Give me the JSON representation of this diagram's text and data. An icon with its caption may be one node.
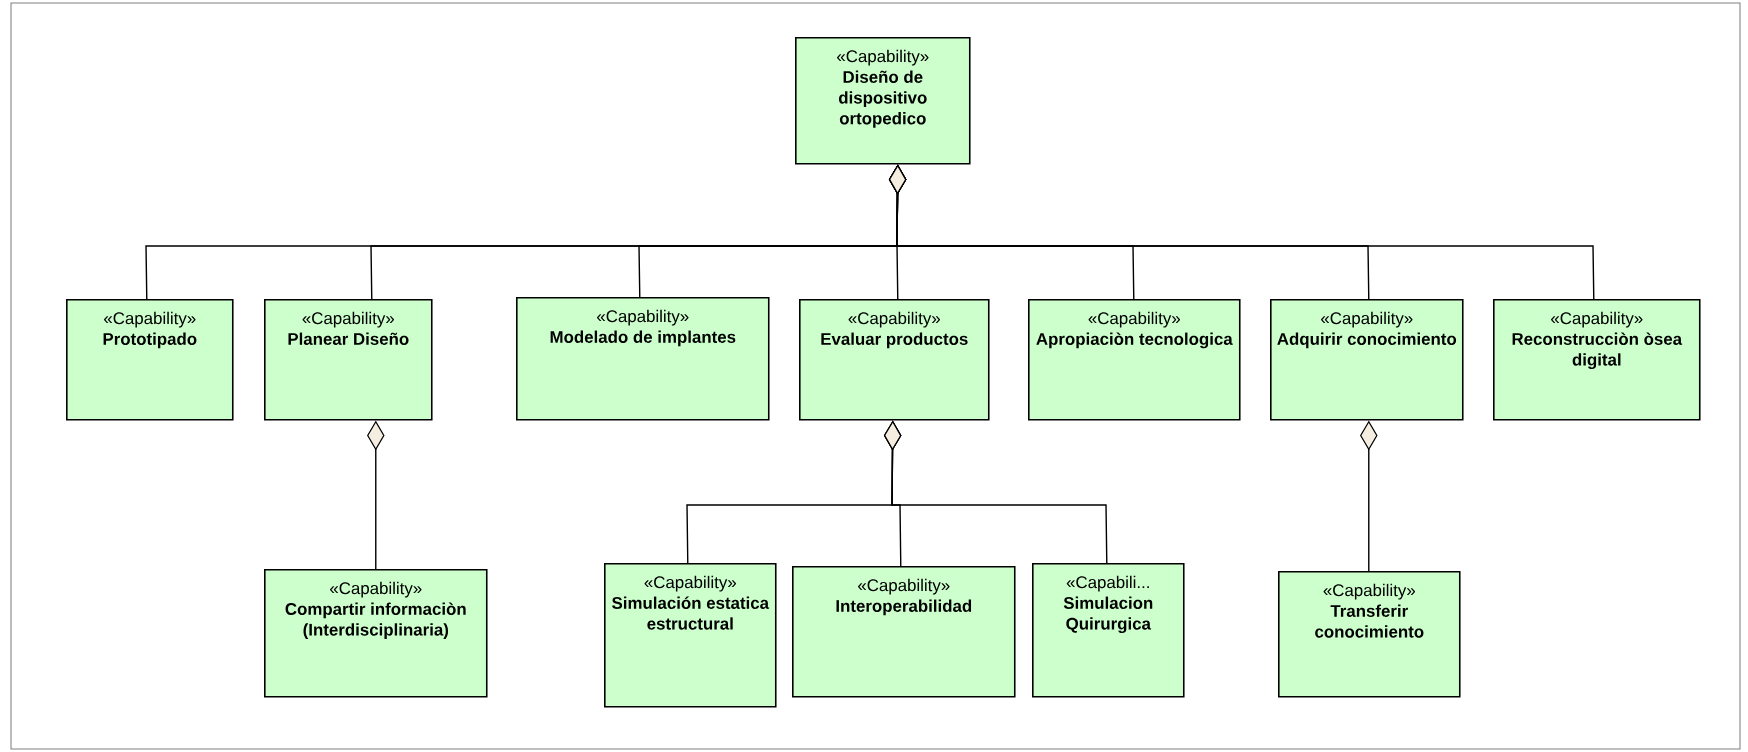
{
  "diagram": {
    "nodes": [
      {
        "text": [
          "«Capability»",
          "Diseño de dispositivo ortopedico"
        ]
      },
      {
        "text": [
          "«Capability»",
          "Prototipado"
        ]
      },
      {
        "text": [
          "«Capability»",
          "Planear Diseño"
        ]
      },
      {
        "text": [
          "«Capability»",
          "Modelado de implantes"
        ]
      },
      {
        "text": [
          "«Capability»",
          "Evaluar productos"
        ]
      },
      {
        "text": [
          "«Capability»",
          "Apropiaciòn tecnologica"
        ]
      },
      {
        "text": [
          "«Capability»",
          "Adquirir conocimiento"
        ]
      },
      {
        "text": [
          "«Capability»",
          "Reconstrucciòn òsea digital"
        ]
      },
      {
        "text": [
          "«Capability»",
          "Compartir informaciòn (Interdisciplinaria)"
        ]
      },
      {
        "text": [
          "«Capability»",
          "Simulación estatica estructural"
        ]
      },
      {
        "text": [
          "«Capability»",
          "Interoperabilidad"
        ]
      },
      {
        "text": [
          "«Capabili...",
          "Simulacion Quirurgica"
        ]
      },
      {
        "text": [
          "«Capability»",
          "Transferir conocimiento"
        ]
      }
    ],
    "edges": [
      {
        "from": 0,
        "to": 1,
        "arrow": "other"
      },
      {
        "from": 0,
        "to": 2,
        "arrow": "other"
      },
      {
        "from": 0,
        "to": 3,
        "arrow": "other"
      },
      {
        "from": 0,
        "to": 4,
        "arrow": "other"
      },
      {
        "from": 0,
        "to": 5,
        "arrow": "other"
      },
      {
        "from": 0,
        "to": 6,
        "arrow": "other"
      },
      {
        "from": 0,
        "to": 7,
        "arrow": "other"
      },
      {
        "from": 2,
        "to": 8,
        "arrow": "other"
      },
      {
        "from": 4,
        "to": 9,
        "arrow": "other"
      },
      {
        "from": 4,
        "to": 10,
        "arrow": "other"
      },
      {
        "from": 4,
        "to": 11,
        "arrow": "other"
      },
      {
        "from": 6,
        "to": 12,
        "arrow": "other"
      }
    ]
  }
}
